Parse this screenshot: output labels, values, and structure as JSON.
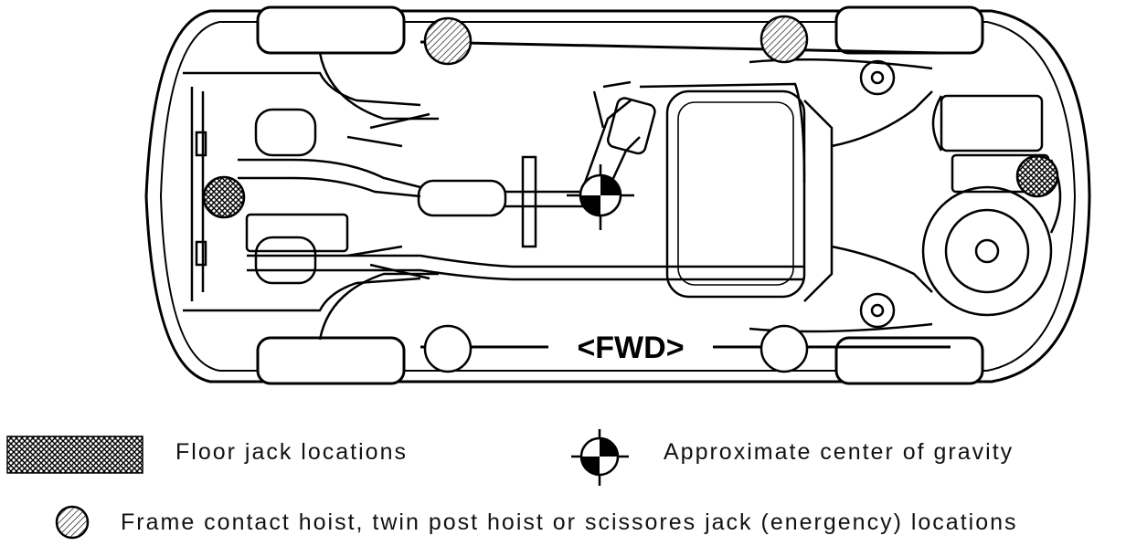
{
  "diagram": {
    "direction_label": "<FWD>"
  },
  "legend": {
    "floor_jack": "Floor jack locations",
    "center_of_gravity": "Approximate center of gravity",
    "frame_contact": "Frame contact hoist, twin post hoist or scissores jack (energency) locations"
  }
}
